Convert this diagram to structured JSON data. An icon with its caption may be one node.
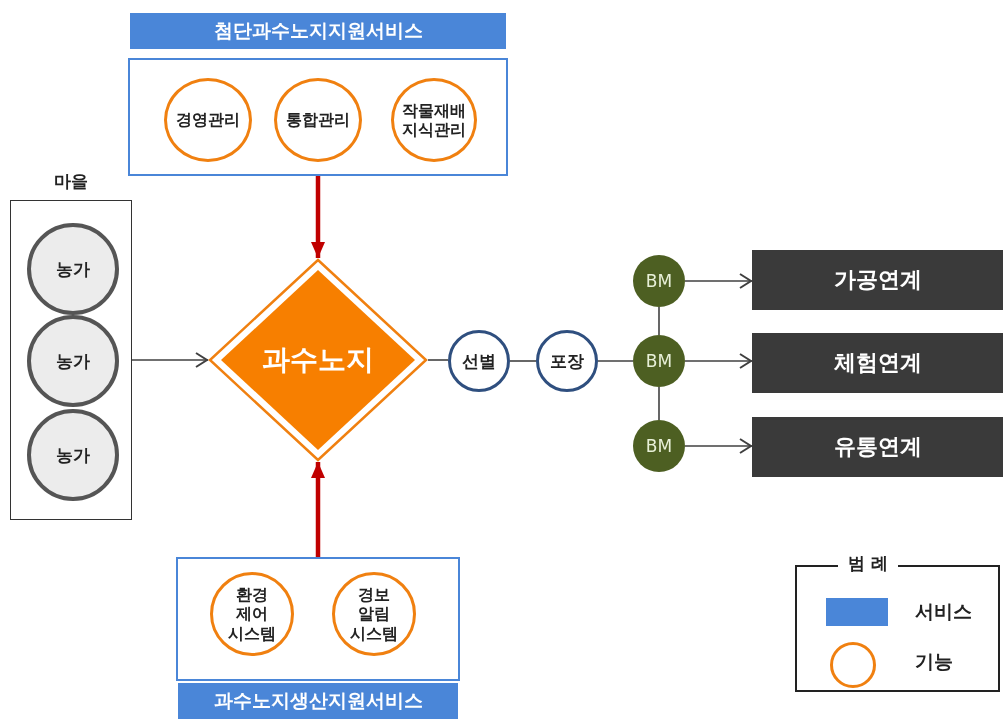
{
  "diagram": {
    "nodes": [
      {
        "text": [
          "첨단과수노지지원서비스"
        ]
      },
      {
        "text": [
          "경영관리"
        ],
        "in": 0
      },
      {
        "text": [
          "통합관리"
        ],
        "in": 0
      },
      {
        "text": [
          "작물재배 지식관리"
        ],
        "in": 0
      },
      {
        "text": [
          "마을"
        ]
      },
      {
        "text": [
          "농가"
        ],
        "in": 4
      },
      {
        "text": [
          "농가"
        ],
        "in": 4
      },
      {
        "text": [
          "농가"
        ],
        "in": 4
      },
      {
        "text": [
          "과수노지"
        ]
      },
      {
        "text": [
          "과수노지생산지원서비스"
        ]
      },
      {
        "text": [
          "환경 제어 시스템"
        ],
        "in": 9
      },
      {
        "text": [
          "경보 알림 시스템"
        ],
        "in": 9
      },
      {
        "text": [
          "선별"
        ]
      },
      {
        "text": [
          "포장"
        ]
      },
      {
        "text": [
          "BM"
        ]
      },
      {
        "text": [
          "BM"
        ]
      },
      {
        "text": [
          "BM"
        ]
      },
      {
        "text": [
          "가공연계"
        ]
      },
      {
        "text": [
          "체험연계"
        ]
      },
      {
        "text": [
          "유통연계"
        ]
      }
    ],
    "edges": [
      {
        "from": 0,
        "to": 8,
        "arrow": "to",
        "style": "thick",
        "color": "#c00000"
      },
      {
        "from": 9,
        "to": 8,
        "arrow": "to",
        "style": "thick",
        "color": "#c00000"
      },
      {
        "from": 4,
        "to": 8,
        "arrow": "to"
      },
      {
        "from": 8,
        "to": 12,
        "arrow": "none"
      },
      {
        "from": 12,
        "to": 13,
        "arrow": "none"
      },
      {
        "from": 13,
        "to": 15,
        "arrow": "none"
      },
      {
        "from": 15,
        "to": 14,
        "arrow": "none"
      },
      {
        "from": 15,
        "to": 16,
        "arrow": "none"
      },
      {
        "from": 14,
        "to": 17,
        "arrow": "to"
      },
      {
        "from": 15,
        "to": 18,
        "arrow": "to"
      },
      {
        "from": 16,
        "to": 19,
        "arrow": "to"
      }
    ],
    "labels": [
      "범 례"
    ],
    "legend": [
      {
        "text": "서비스",
        "color": "#4a86d8"
      },
      {
        "text": "기능"
      }
    ]
  }
}
